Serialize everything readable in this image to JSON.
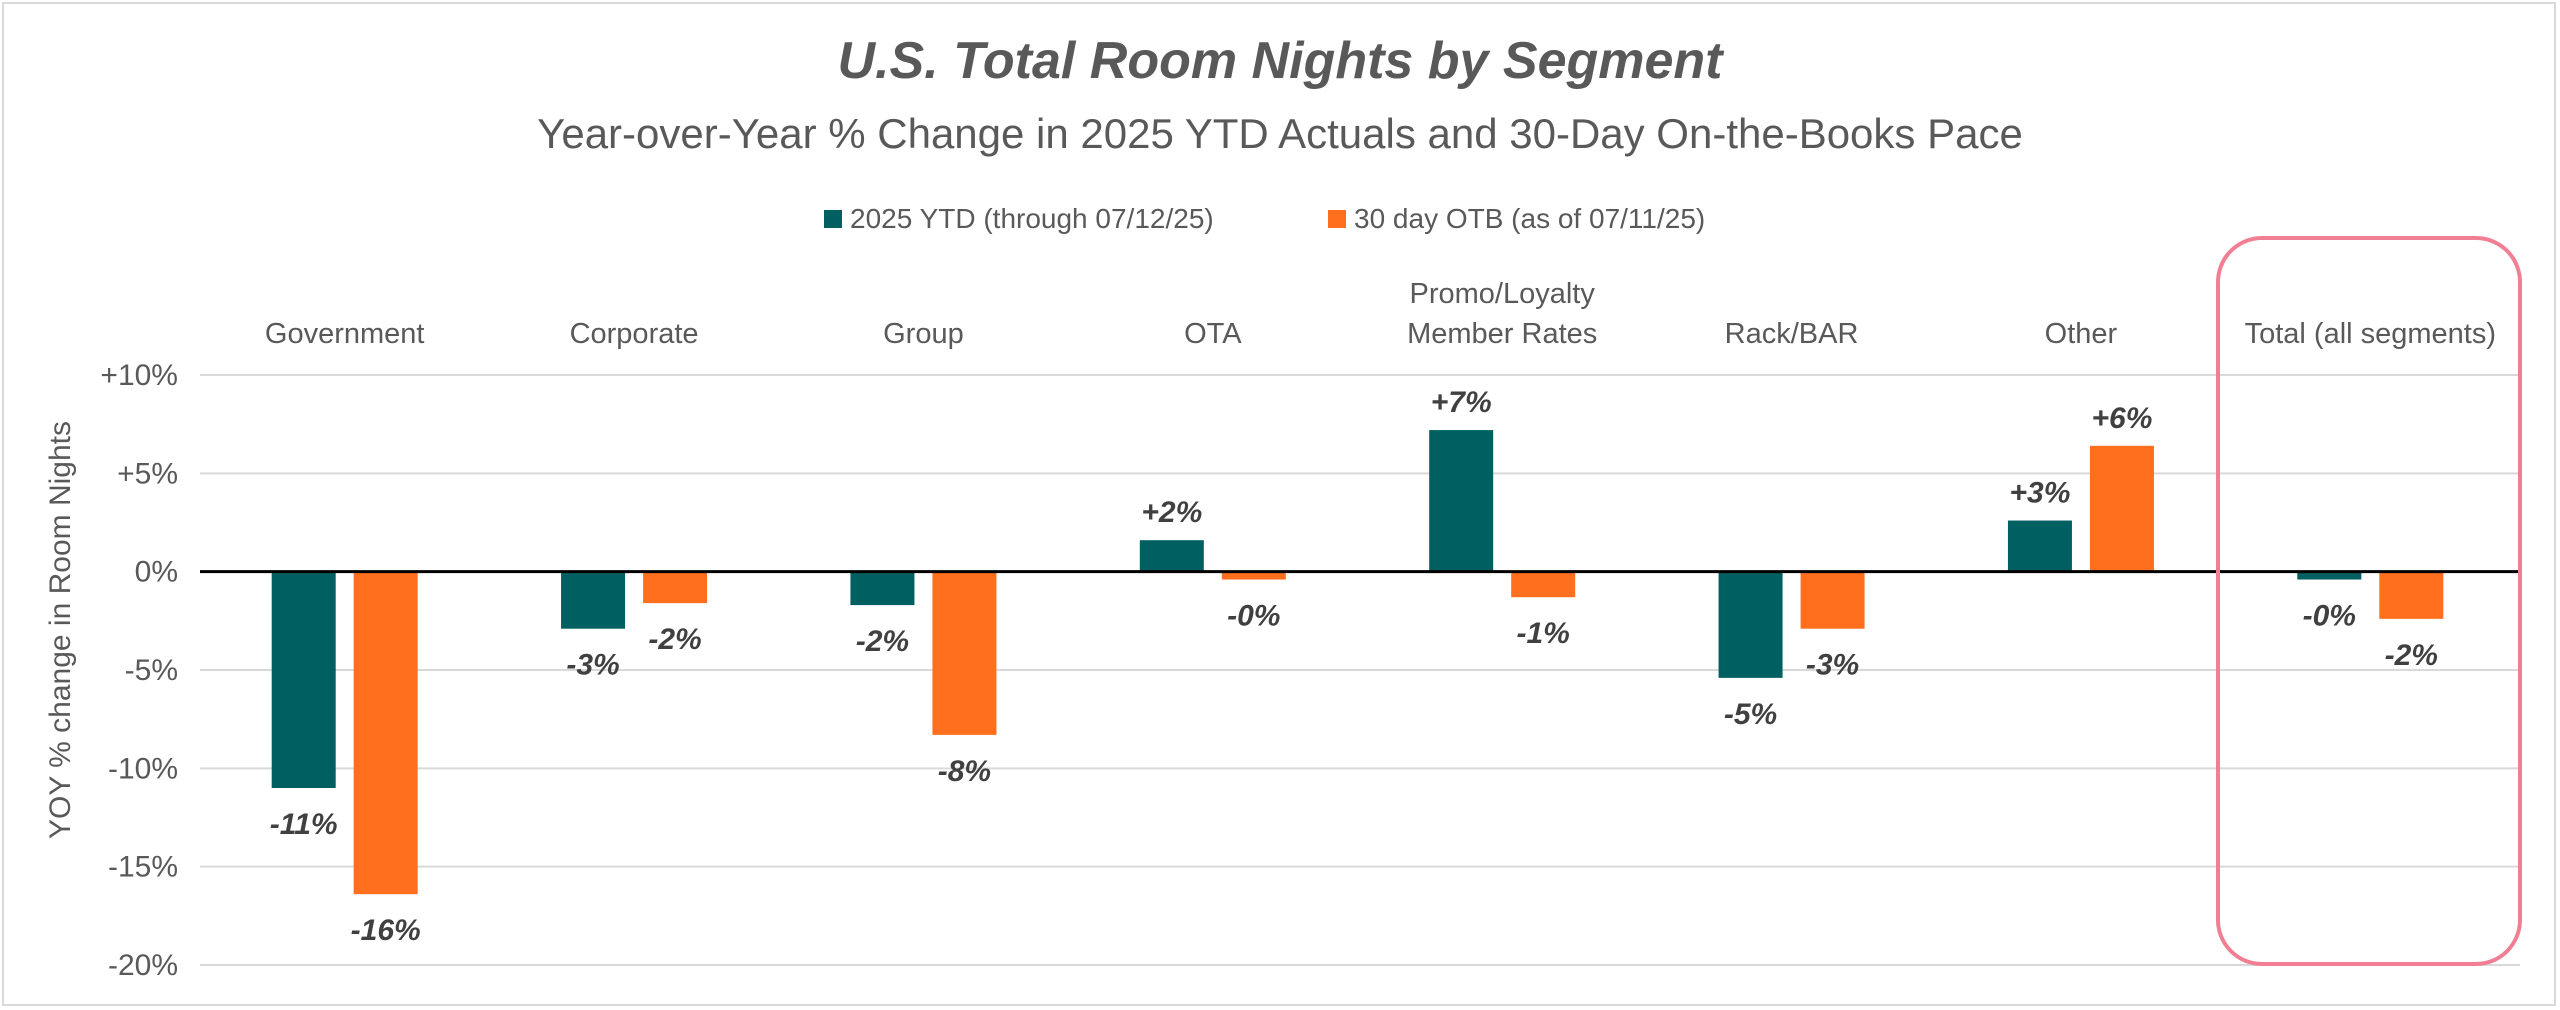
{
  "chart_data": {
    "type": "bar",
    "title": "U.S. Total Room Nights by Segment",
    "subtitle": "Year-over-Year % Change in 2025 YTD Actuals and 30-Day On-the-Books Pace",
    "ylabel": "YOY % change in Room Nights",
    "ylim": [
      -20,
      10
    ],
    "yticks": [
      10,
      5,
      0,
      -5,
      -10,
      -15,
      -20
    ],
    "ytick_labels": [
      "+10%",
      "+5%",
      "0%",
      "-5%",
      "-10%",
      "-15%",
      "-20%"
    ],
    "grid": true,
    "legend_position": "top-center",
    "categories": [
      "Government",
      "Corporate",
      "Group",
      "OTA",
      "Promo/Loyalty Member Rates",
      "Rack/BAR",
      "Other",
      "Total (all segments)"
    ],
    "category_lines": [
      [
        "Government"
      ],
      [
        "Corporate"
      ],
      [
        "Group"
      ],
      [
        "OTA"
      ],
      [
        "Promo/Loyalty",
        "Member Rates"
      ],
      [
        "Rack/BAR"
      ],
      [
        "Other"
      ],
      [
        "Total (all segments)"
      ]
    ],
    "series": [
      {
        "name": "2025 YTD (through 07/12/25)",
        "color": "#005f61",
        "values": [
          -11.0,
          -2.9,
          -1.7,
          1.6,
          7.2,
          -5.4,
          2.6,
          -0.4
        ],
        "labels": [
          "-11%",
          "-3%",
          "-2%",
          "+2%",
          "+7%",
          "-5%",
          "+3%",
          "-0%"
        ]
      },
      {
        "name": "30 day OTB (as of 07/11/25)",
        "color": "#ff6f1e",
        "values": [
          -16.4,
          -1.6,
          -8.3,
          -0.4,
          -1.3,
          -2.9,
          6.4,
          -2.4
        ],
        "labels": [
          "-16%",
          "-2%",
          "-8%",
          "-0%",
          "-1%",
          "-3%",
          "+6%",
          "-2%"
        ]
      }
    ],
    "highlight": {
      "category": "Total (all segments)",
      "color": "#f07f93"
    }
  }
}
